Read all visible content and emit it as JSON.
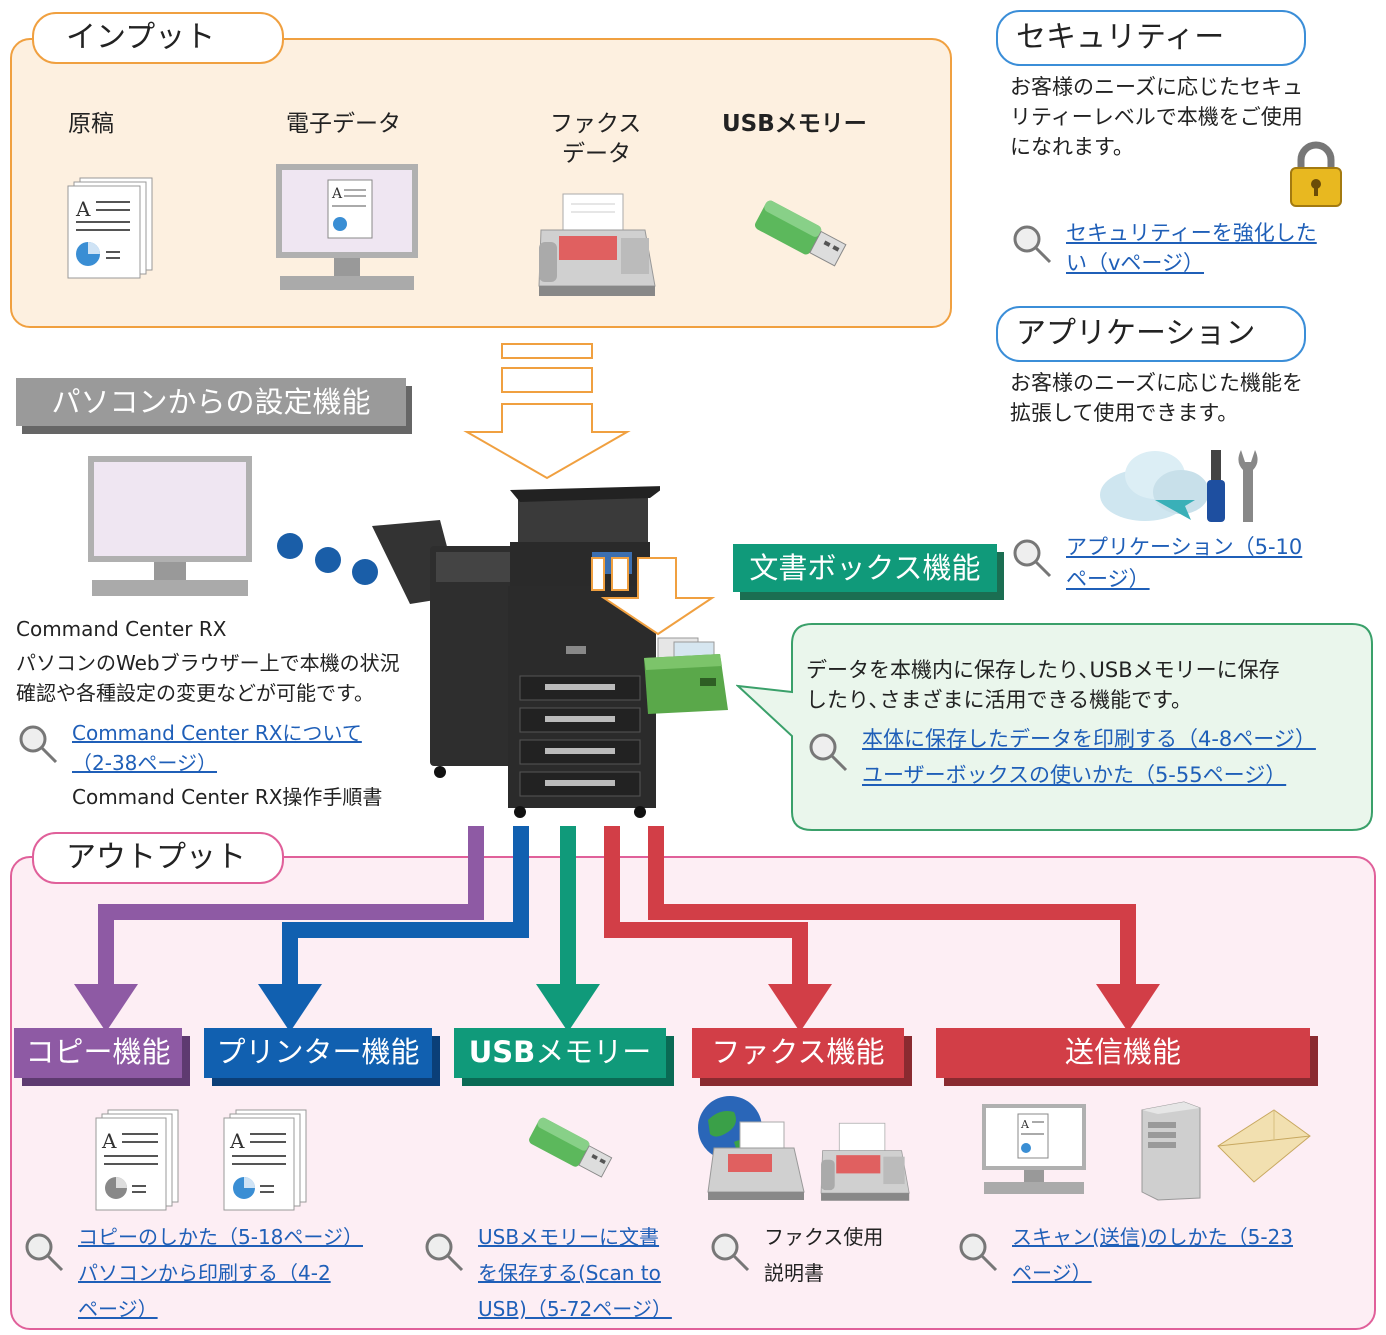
{
  "input": {
    "title": "インプット",
    "items": [
      {
        "label": "原稿",
        "icon": "document-stack-icon"
      },
      {
        "label": "電子データ",
        "icon": "monitor-document-icon"
      },
      {
        "label_line1": "ファクス",
        "label_line2": "データ",
        "icon": "fax-machine-icon"
      },
      {
        "label": "USBメモリー",
        "icon": "usb-memory-icon"
      }
    ]
  },
  "security": {
    "title": "セキュリティー",
    "desc_line1": "お客様のニーズに応じたセキュ",
    "desc_line2": "リティーレベルで本機をご使用",
    "desc_line3": "になれます。",
    "link_line1": "セキュリティーを強化した",
    "link_line2": "い（vページ）"
  },
  "application": {
    "title": "アプリケーション",
    "desc_line1": "お客様のニーズに応じた機能を",
    "desc_line2": "拡張して使用できます。",
    "link_line1": "アプリケーション（5-10",
    "link_line2": "ページ）"
  },
  "pc_settings": {
    "title": "パソコンからの設定機能",
    "product": "Command Center RX",
    "desc_line1": "パソコンのWebブラウザー上で本機の状況",
    "desc_line2": "確認や各種設定の変更などが可能です。",
    "link_line1": "Command Center RXについて",
    "link_line2": "（2-38ページ）",
    "manual": "Command Center RX操作手順書"
  },
  "docbox": {
    "title": "文書ボックス機能",
    "desc_line1": "データを本機内に保存したり､USBメモリーに保存",
    "desc_line2": "したり､さまざまに活用できる機能です。",
    "link1": "本体に保存したデータを印刷する（4-8ページ）",
    "link2": "ユーザーボックスの使いかた（5-55ページ）"
  },
  "output": {
    "title": "アウトプット",
    "functions": [
      {
        "label": "コピー機能",
        "color": "#8e5aa4"
      },
      {
        "label": "プリンター機能",
        "color": "#1160b0"
      },
      {
        "label_bold": "USB",
        "label_rest": "メモリー",
        "color": "#109a7a"
      },
      {
        "label": "ファクス機能",
        "color": "#d23e47"
      },
      {
        "label": "送信機能",
        "color": "#d23e47"
      }
    ],
    "copy_link1": "コピーのしかた（5-18ページ）",
    "print_link_line1": "パソコンから印刷する（4-2",
    "print_link_line2": "ページ）",
    "usb_link_line1": "USBメモリーに文書",
    "usb_link_line2": "を保存する(Scan to",
    "usb_link_line3": "USB)（5-72ページ）",
    "fax_text_line1": "ファクス使用",
    "fax_text_line2": "説明書",
    "send_link_line1": "スキャン(送信)のしかた（5-23",
    "send_link_line2": "ページ）"
  },
  "colors": {
    "input_border": "#f0a040",
    "input_bg": "#fdf0e0",
    "output_border": "#e0609a",
    "output_bg": "#fdeef4",
    "security_border": "#3b8ed8",
    "docbox_bubble_border": "#3aa06a",
    "docbox_bubble_bg": "#eaf6ec",
    "link": "#1f5fb8"
  }
}
